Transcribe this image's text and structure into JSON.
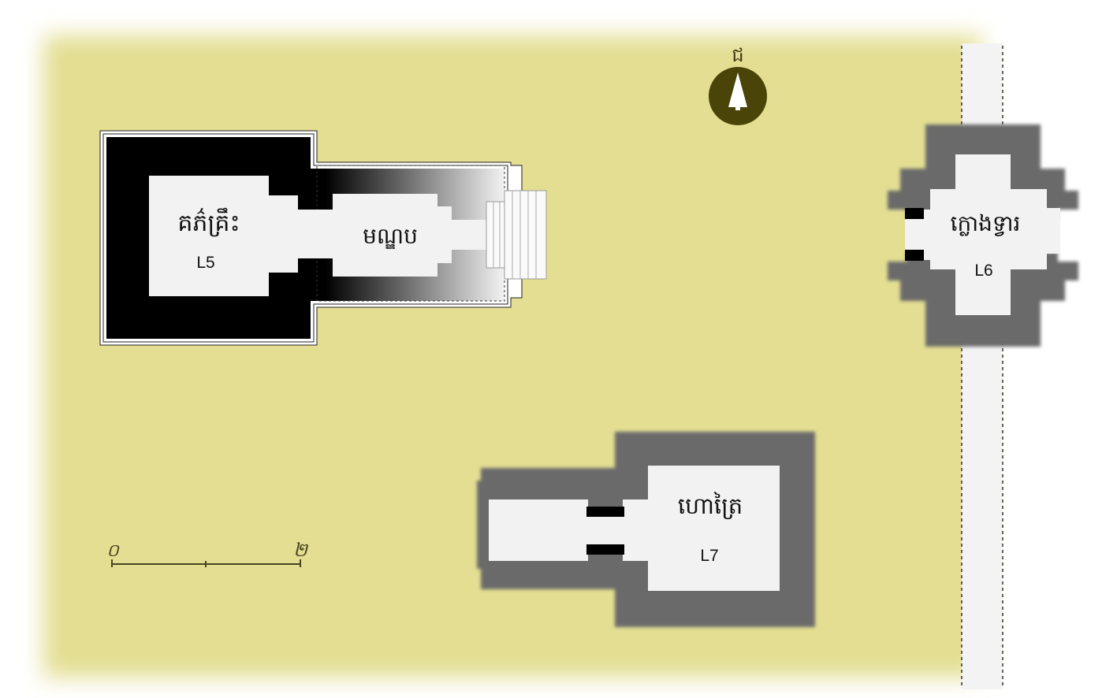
{
  "north": {
    "label": "ជ",
    "icon": "north-arrow-icon"
  },
  "buildings": {
    "l5": {
      "name": "គភ៌គ្រឹះ",
      "code": "L5"
    },
    "l5_porch": {
      "name": "មណ្ឌប"
    },
    "l6": {
      "name": "ក្លោងទ្វារ",
      "code": "L6"
    },
    "l7": {
      "name": "ហោត្រៃ",
      "code": "L7"
    }
  },
  "scale_bar": {
    "start": "០",
    "end": "២"
  },
  "colors": {
    "ground": "#e3de92",
    "wall_dark": "#000000",
    "wall_grey": "#6b6b6b",
    "floor": "#f2f2f2",
    "compass": "#4a4409",
    "scale_line": "#4a4520"
  }
}
